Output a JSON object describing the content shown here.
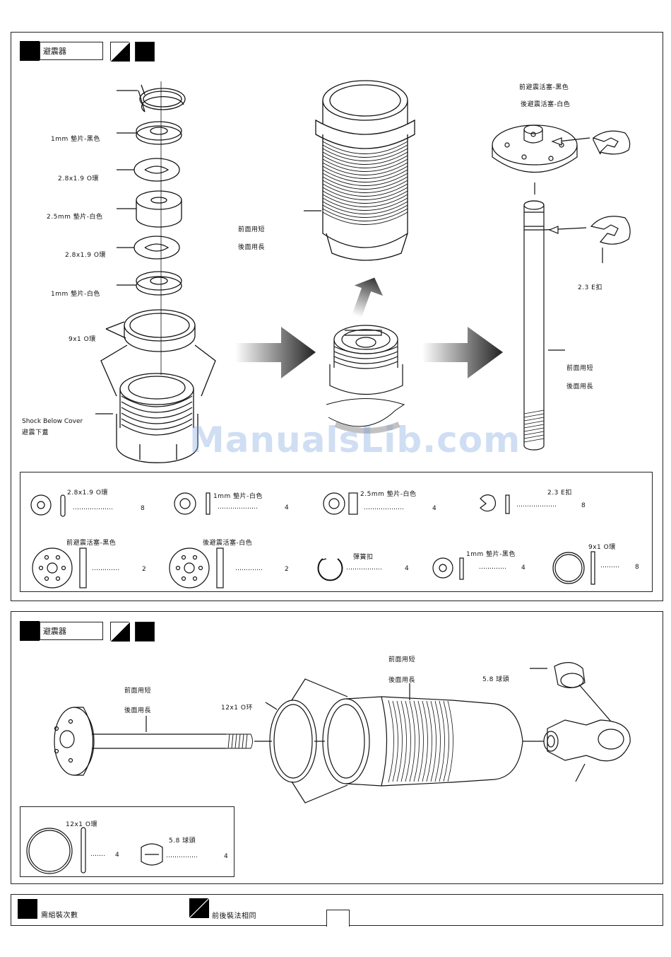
{
  "step1": {
    "title": "避震器",
    "parts_labels": {
      "washer_black": "1mm 墊片-黑色",
      "oring_a": "2.8x1.9 O環",
      "spacer_white": "2.5mm 墊片-白色",
      "oring_b": "2.8x1.9 O環",
      "washer_white": "1mm 墊片-白色",
      "oring_big": "9x1 O環",
      "cover_en": "Shock Below Cover",
      "cover_zh": "避震下蓋",
      "body_front": "前面用短",
      "body_rear": "後面用長",
      "piston_front": "前避震活塞-黑色",
      "piston_rear": "後避震活塞-白色",
      "eclip": "2.3 E扣",
      "shaft_front": "前面用短",
      "shaft_rear": "後面用長"
    },
    "bag": [
      {
        "name": "2.8x1.9 O環",
        "dots": "………………………",
        "qty": "8"
      },
      {
        "name": "1mm 墊片-白色",
        "dots": "………………………",
        "qty": "4"
      },
      {
        "name": "2.5mm 墊片-白色",
        "dots": "………………………",
        "qty": "4"
      },
      {
        "name": "2.3 E扣",
        "dots": "………………………",
        "qty": "8"
      },
      {
        "name": "前避震活塞-黑色",
        "dots": "………………",
        "qty": "2"
      },
      {
        "name": "後避震活塞-白色",
        "dots": "………………",
        "qty": "2"
      },
      {
        "name": "彈簧扣",
        "dots": "……………………",
        "qty": "4"
      },
      {
        "name": "1mm 墊片-黑色",
        "dots": "………………",
        "qty": "4"
      },
      {
        "name": "9x1 O環",
        "dots": "…………",
        "qty": "8"
      }
    ]
  },
  "step2": {
    "title": "避震器",
    "labels": {
      "shaft_front": "前面用短",
      "shaft_rear": "後面用長",
      "oring": "12x1 O环",
      "body_front": "前面用短",
      "body_rear": "後面用長",
      "ball": "5.8 球頭"
    },
    "bag": [
      {
        "name": "12x1 O環",
        "dots": "………",
        "qty": "4"
      },
      {
        "name": "5.8 球頭",
        "dots": "…………………",
        "qty": "4"
      }
    ]
  },
  "legend": {
    "count_label": "需組裝次數",
    "same_label": "前後裝法相同"
  },
  "watermark": "ManualsLib.com"
}
